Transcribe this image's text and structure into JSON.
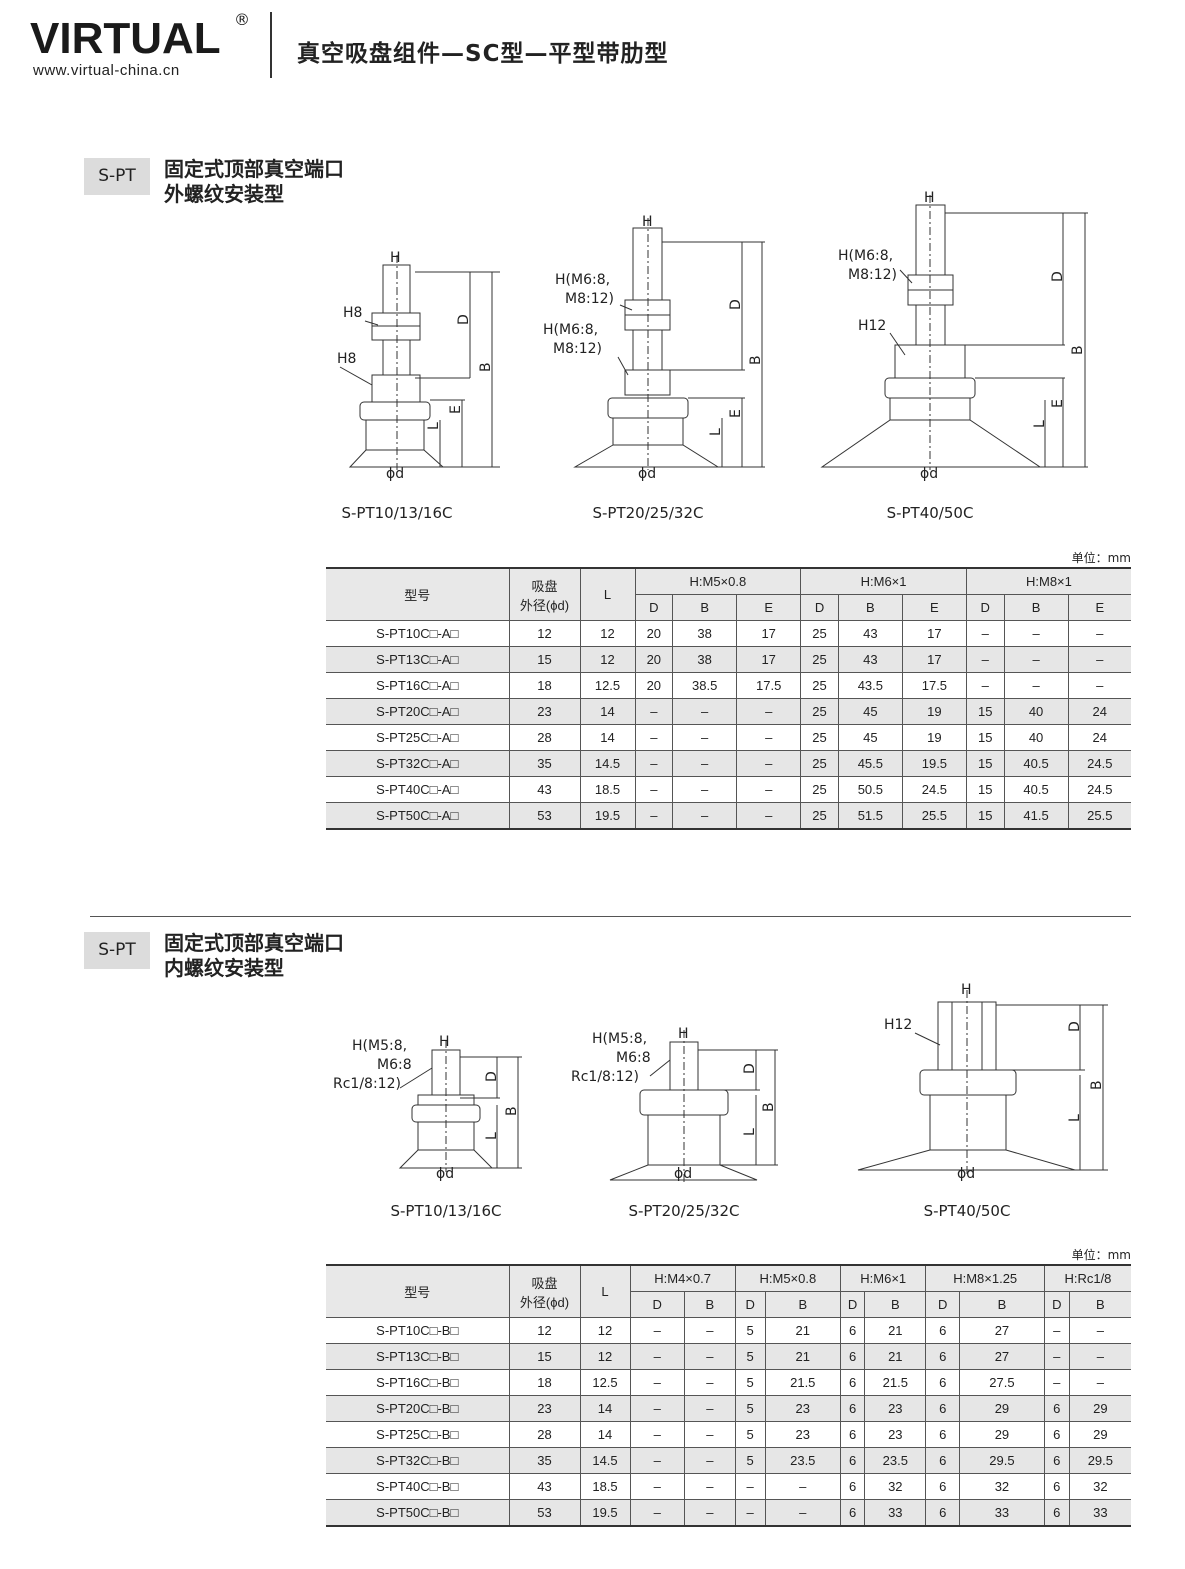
{
  "header": {
    "brand": "VIRTUAL",
    "reg_mark": "®",
    "website": "www.virtual-china.cn",
    "title": "真空吸盘组件—SC型—平型带肋型"
  },
  "section_a": {
    "tag": "S-PT",
    "title_line1": "固定式顶部真空端口",
    "title_line2": "外螺纹安装型",
    "diagrams": [
      {
        "caption": "S-PT10/13/16C",
        "labels": {
          "h": "H",
          "h8a": "H8",
          "h8b": "H8",
          "d": "D",
          "b": "B",
          "e": "E",
          "l": "L",
          "phi": "ϕd"
        }
      },
      {
        "caption": "S-PT20/25/32C",
        "labels": {
          "h": "H",
          "t1a": "H(M6:8,",
          "t1b": "M8:12)",
          "t2a": "H(M6:8,",
          "t2b": "M8:12)",
          "d": "D",
          "b": "B",
          "e": "E",
          "l": "L",
          "phi": "ϕd"
        }
      },
      {
        "caption": "S-PT40/50C",
        "labels": {
          "h": "H",
          "t1a": "H(M6:8,",
          "t1b": "M8:12)",
          "h12": "H12",
          "d": "D",
          "b": "B",
          "e": "E",
          "l": "L",
          "phi": "ϕd"
        }
      }
    ],
    "unit": "单位：mm",
    "table": {
      "col_model": "型号",
      "col_dia_1": "吸盘",
      "col_dia_2": "外径(ϕd)",
      "col_l": "L",
      "groups": [
        "H:M5×0.8",
        "H:M6×1",
        "H:M8×1"
      ],
      "sub": [
        "D",
        "B",
        "E",
        "D",
        "B",
        "E",
        "D",
        "B",
        "E"
      ],
      "rows": [
        [
          "S-PT10C□-A□",
          "12",
          "12",
          "20",
          "38",
          "17",
          "25",
          "43",
          "17",
          "–",
          "–",
          "–"
        ],
        [
          "S-PT13C□-A□",
          "15",
          "12",
          "20",
          "38",
          "17",
          "25",
          "43",
          "17",
          "–",
          "–",
          "–"
        ],
        [
          "S-PT16C□-A□",
          "18",
          "12.5",
          "20",
          "38.5",
          "17.5",
          "25",
          "43.5",
          "17.5",
          "–",
          "–",
          "–"
        ],
        [
          "S-PT20C□-A□",
          "23",
          "14",
          "–",
          "–",
          "–",
          "25",
          "45",
          "19",
          "15",
          "40",
          "24"
        ],
        [
          "S-PT25C□-A□",
          "28",
          "14",
          "–",
          "–",
          "–",
          "25",
          "45",
          "19",
          "15",
          "40",
          "24"
        ],
        [
          "S-PT32C□-A□",
          "35",
          "14.5",
          "–",
          "–",
          "–",
          "25",
          "45.5",
          "19.5",
          "15",
          "40.5",
          "24.5"
        ],
        [
          "S-PT40C□-A□",
          "43",
          "18.5",
          "–",
          "–",
          "–",
          "25",
          "50.5",
          "24.5",
          "15",
          "40.5",
          "24.5"
        ],
        [
          "S-PT50C□-A□",
          "53",
          "19.5",
          "–",
          "–",
          "–",
          "25",
          "51.5",
          "25.5",
          "15",
          "41.5",
          "25.5"
        ]
      ]
    }
  },
  "section_b": {
    "tag": "S-PT",
    "title_line1": "固定式顶部真空端口",
    "title_line2": "内螺纹安装型",
    "diagrams": [
      {
        "caption": "S-PT10/13/16C",
        "labels": {
          "h": "H",
          "t1": "H(M5:8,",
          "t2": "M6:8",
          "t3": "Rc1/8:12)",
          "d": "D",
          "b": "B",
          "l": "L",
          "phi": "ϕd"
        }
      },
      {
        "caption": "S-PT20/25/32C",
        "labels": {
          "h": "H",
          "t1": "H(M5:8,",
          "t2": "M6:8",
          "t3": "Rc1/8:12)",
          "d": "D",
          "b": "B",
          "l": "L",
          "phi": "ϕd"
        }
      },
      {
        "caption": "S-PT40/50C",
        "labels": {
          "h": "H",
          "h12": "H12",
          "d": "D",
          "b": "B",
          "l": "L",
          "phi": "ϕd"
        }
      }
    ],
    "unit": "单位：mm",
    "table": {
      "col_model": "型号",
      "col_dia_1": "吸盘",
      "col_dia_2": "外径(ϕd)",
      "col_l": "L",
      "groups": [
        "H:M4×0.7",
        "H:M5×0.8",
        "H:M6×1",
        "H:M8×1.25",
        "H:Rc1/8"
      ],
      "sub": [
        "D",
        "B",
        "D",
        "B",
        "D",
        "B",
        "D",
        "B",
        "D",
        "B"
      ],
      "rows": [
        [
          "S-PT10C□-B□",
          "12",
          "12",
          "–",
          "–",
          "5",
          "21",
          "6",
          "21",
          "6",
          "27",
          "–",
          "–"
        ],
        [
          "S-PT13C□-B□",
          "15",
          "12",
          "–",
          "–",
          "5",
          "21",
          "6",
          "21",
          "6",
          "27",
          "–",
          "–"
        ],
        [
          "S-PT16C□-B□",
          "18",
          "12.5",
          "–",
          "–",
          "5",
          "21.5",
          "6",
          "21.5",
          "6",
          "27.5",
          "–",
          "–"
        ],
        [
          "S-PT20C□-B□",
          "23",
          "14",
          "–",
          "–",
          "5",
          "23",
          "6",
          "23",
          "6",
          "29",
          "6",
          "29"
        ],
        [
          "S-PT25C□-B□",
          "28",
          "14",
          "–",
          "–",
          "5",
          "23",
          "6",
          "23",
          "6",
          "29",
          "6",
          "29"
        ],
        [
          "S-PT32C□-B□",
          "35",
          "14.5",
          "–",
          "–",
          "5",
          "23.5",
          "6",
          "23.5",
          "6",
          "29.5",
          "6",
          "29.5"
        ],
        [
          "S-PT40C□-B□",
          "43",
          "18.5",
          "–",
          "–",
          "–",
          "–",
          "6",
          "32",
          "6",
          "32",
          "6",
          "32"
        ],
        [
          "S-PT50C□-B□",
          "53",
          "19.5",
          "–",
          "–",
          "–",
          "–",
          "6",
          "33",
          "6",
          "33",
          "6",
          "33"
        ]
      ]
    }
  }
}
